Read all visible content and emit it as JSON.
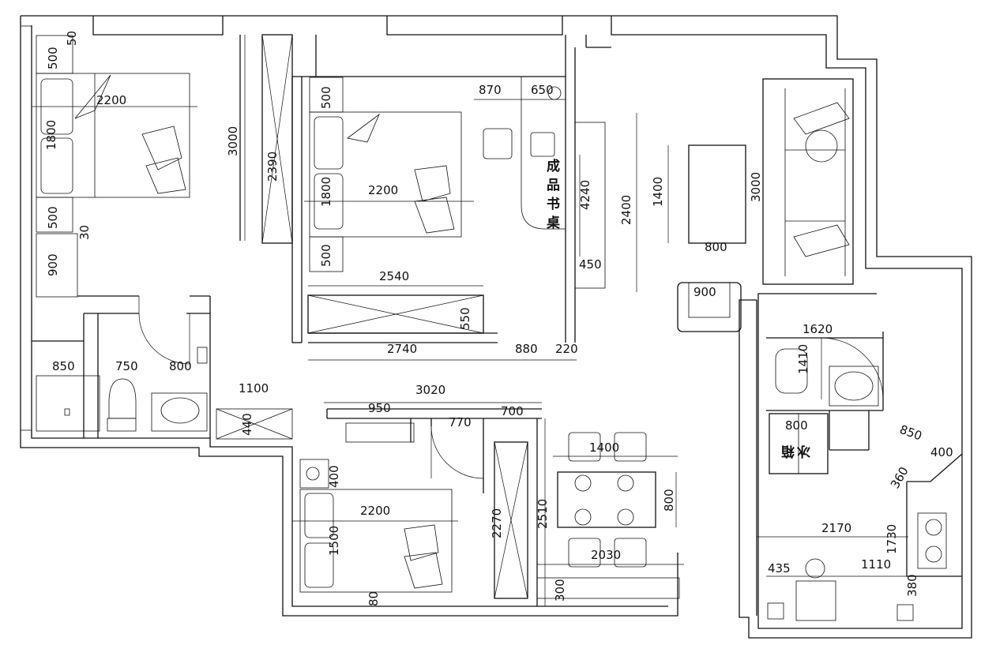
{
  "dimensions": {
    "bed1_len": "2200",
    "bed1_w": "1800",
    "ns1_top": "500",
    "ns1_bot": "500",
    "gap50": "50",
    "gap30": "30",
    "cab900": "900",
    "wall3000": "3000",
    "wardrobe2390": "2390",
    "ns2_top": "500",
    "ns2_bot": "500",
    "bed2_w": "1800",
    "bed2_len": "2200",
    "desk870": "870",
    "desk650": "650",
    "tv4240": "4240",
    "tv2400": "2400",
    "tv450": "450",
    "w2540": "2540",
    "w550": "550",
    "w2740": "2740",
    "w880": "880",
    "w220": "220",
    "table1400": "1400",
    "table800": "800",
    "sofa3000": "3000",
    "chair900": "900",
    "b850": "850",
    "b750": "750",
    "b800": "800",
    "b1100": "1100",
    "b440": "440",
    "r3020": "3020",
    "r950": "950",
    "r770": "770",
    "r700": "700",
    "ns3": "400",
    "bed3_len": "2200",
    "bed3_w": "1500",
    "gap80": "80",
    "wardrobe2270": "2270",
    "w2510": "2510",
    "d1400": "1400",
    "d800": "800",
    "w2030": "2030",
    "w300": "300",
    "k1620": "1620",
    "k1410": "1410",
    "k800": "800",
    "k850": "850",
    "k400": "400",
    "k360": "360",
    "k2170": "2170",
    "k1730": "1730",
    "k435": "435",
    "k1110": "1110",
    "k380": "380"
  },
  "labels": {
    "desk_label": [
      "成",
      "品",
      "书",
      "桌"
    ],
    "fridge_label": [
      "冰",
      "箱"
    ]
  }
}
